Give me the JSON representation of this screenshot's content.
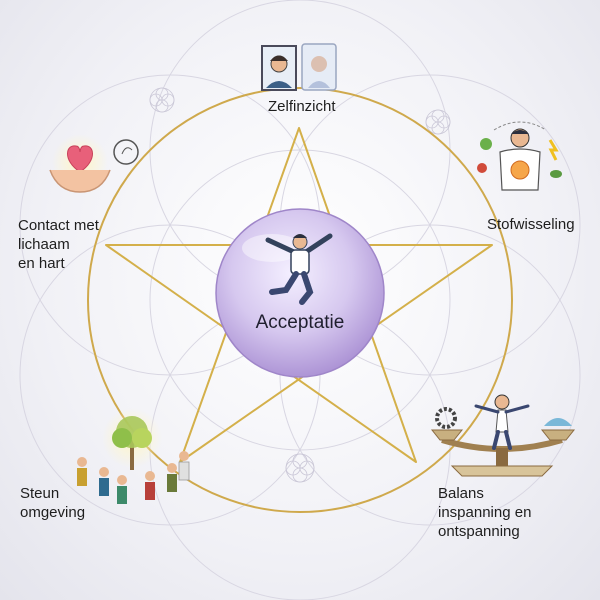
{
  "center": {
    "label": "Acceptatie",
    "icon": "jumping-person-icon"
  },
  "nodes": [
    {
      "id": "zelfinzicht",
      "label": "Zelfinzicht",
      "icon": "mirror-portrait-icon"
    },
    {
      "id": "stofwisseling",
      "label": "Stofwisseling",
      "icon": "metabolism-person-icon"
    },
    {
      "id": "balans",
      "label": "Balans\ninspanning en\nontspanning",
      "icon": "balance-scale-icon"
    },
    {
      "id": "steun",
      "label": "Steun\nomgeving",
      "icon": "community-tree-icon"
    },
    {
      "id": "contact",
      "label": "Contact met\nlichaam\nen hart",
      "icon": "heart-hands-icon"
    }
  ],
  "colors": {
    "star_line": "#d4b04a",
    "circle_line": "#cfa94c",
    "sphere_fill": "#c9b8e6",
    "sphere_edge": "#9f86c9",
    "background": "#f1f1f6"
  }
}
